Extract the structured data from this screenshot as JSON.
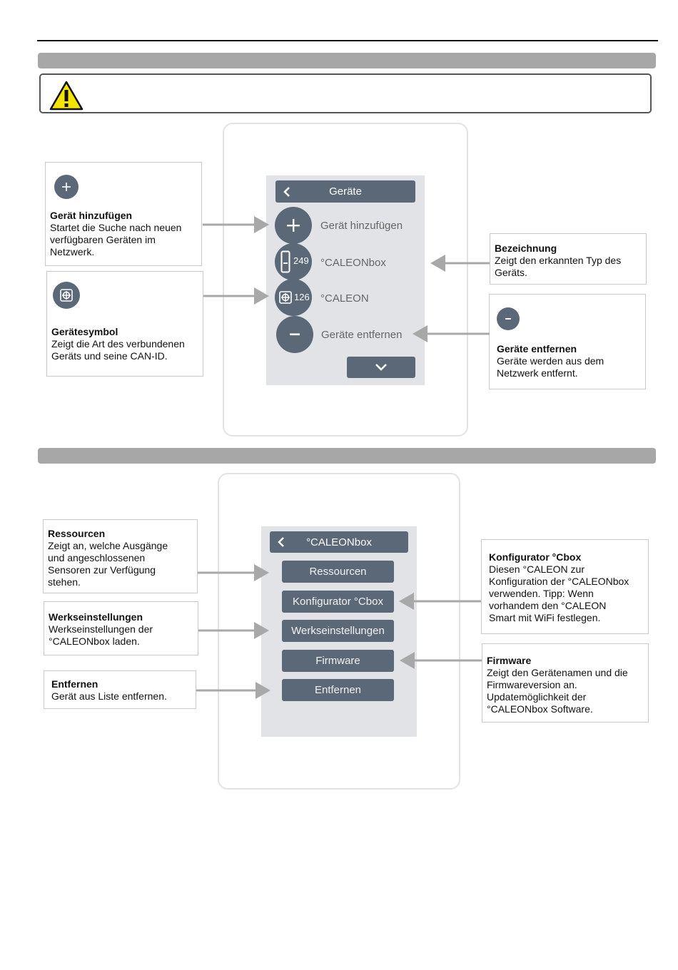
{
  "section1": {
    "screen": {
      "header_title": "Geräte",
      "rows": [
        {
          "label": "Gerät hinzufügen"
        },
        {
          "id": "249",
          "label": "°CALEONbox"
        },
        {
          "id": "126",
          "label": "°CALEON"
        },
        {
          "label": "Geräte entfernen"
        }
      ]
    },
    "callouts": {
      "add": {
        "title": "Gerät hinzufügen",
        "text": "Startet die Suche nach neuen\nverfügbaren Geräten im\nNetzwerk."
      },
      "symbol": {
        "title": "Gerätesymbol",
        "text": "Zeigt die Art des verbundenen\nGeräts und seine CAN-ID."
      },
      "name": {
        "title": "Bezeichnung",
        "text": "Zeigt den erkannten Typ des\nGeräts."
      },
      "remove": {
        "title": "Geräte entfernen",
        "text": "Geräte werden aus dem\nNetzwerk entfernt."
      }
    },
    "icons": [
      "plus-icon",
      "device-symbol-icon",
      "minus-icon",
      "chevron-down-icon",
      "back-arrow-icon"
    ]
  },
  "section2": {
    "screen": {
      "header_title": "°CALEONbox",
      "buttons": [
        "Ressourcen",
        "Konfigurator °Cbox",
        "Werkseinstellungen",
        "Firmware",
        "Entfernen"
      ]
    },
    "callouts": {
      "resources": {
        "title": "Ressourcen",
        "text": "Zeigt an, welche Ausgänge\nund angeschlossenen\nSensoren zur Verfügung\nstehen."
      },
      "factory": {
        "title": "Werkseinstellungen",
        "text": "Werkseinstellungen der\n°CALEONbox laden."
      },
      "remove": {
        "title": "Entfernen",
        "text": "Gerät aus Liste entfernen."
      },
      "configurator": {
        "title": "Konfigurator °Cbox",
        "text": "Diesen °CALEON zur\nKonfiguration der °CALEONbox\nverwenden. Tipp: Wenn\nvorhandem den °CALEON\nSmart mit WiFi festlegen."
      },
      "firmware": {
        "title": "Firmware",
        "text": "Zeigt den Gerätenamen und die\nFirmwareversion an.\nUpdatemöglichkeit der\n°CALEONbox Software."
      }
    }
  },
  "colors": {
    "accent": "#5b6877",
    "screen_bg": "#e2e3e6",
    "section_bar": "#a7a7a7",
    "warning_yellow": "#f4e500",
    "arrow": "#a8a8a8"
  }
}
